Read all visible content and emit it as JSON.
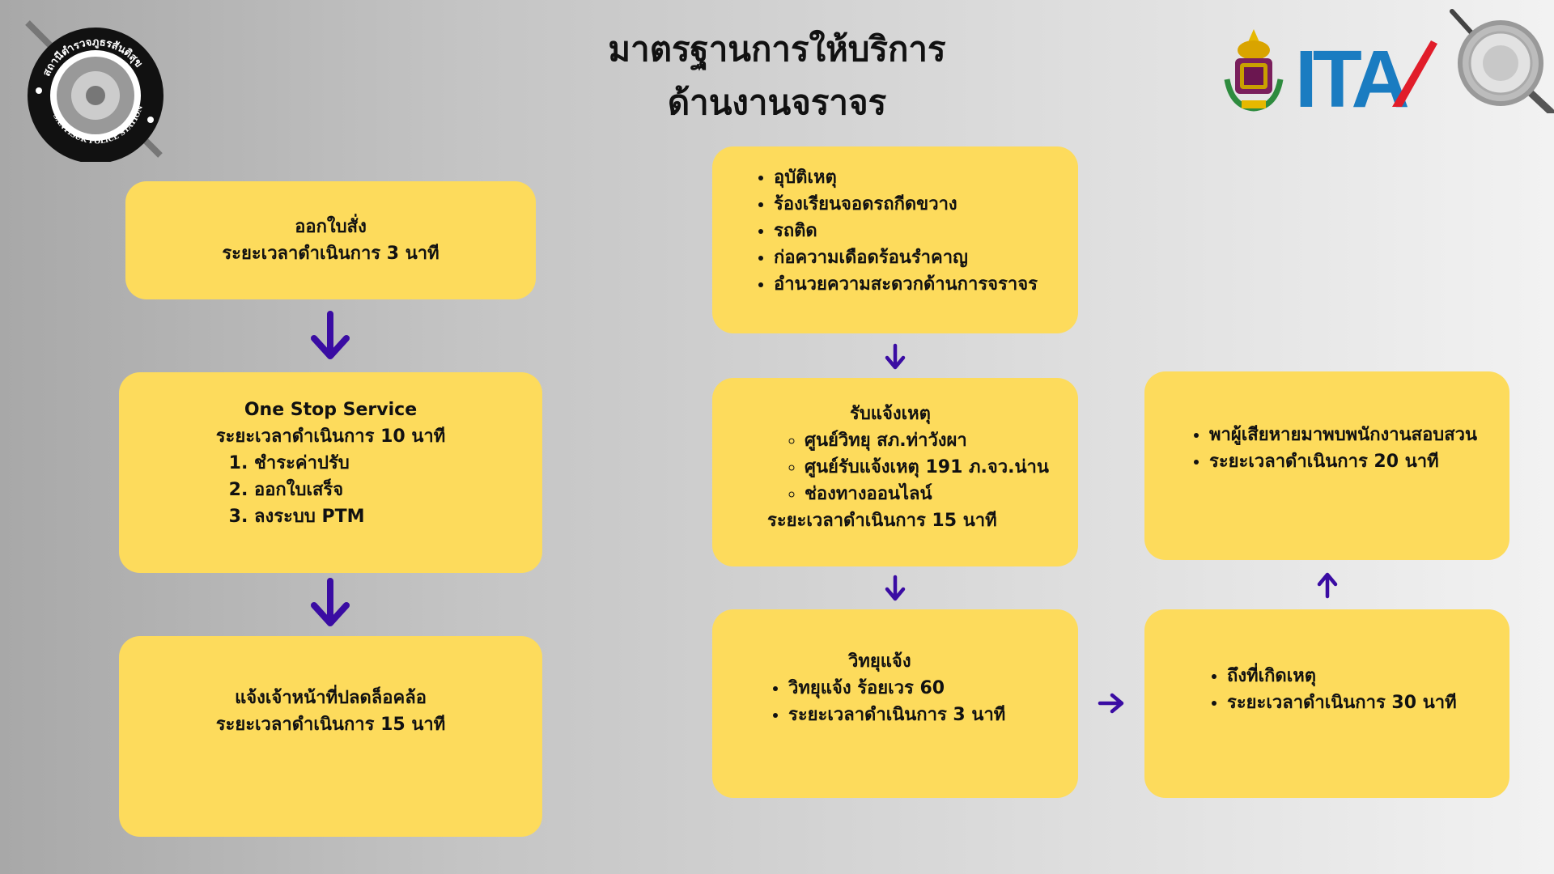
{
  "header": {
    "title_line1": "มาตรฐานการให้บริการ",
    "title_line2": "ด้านงานจราจร"
  },
  "logos": {
    "station_seal_text": "สถานีตำรวจภูธรสันติสุข",
    "station_seal_en": "SANTISUK POLICE STATION",
    "ita_text": "ITA"
  },
  "left_flow": {
    "box1": {
      "line1": "ออกใบสั่ง",
      "line2": "ระยะเวลาดำเนินการ 3 นาที"
    },
    "box2": {
      "title": "One Stop Service",
      "duration": "ระยะเวลาดำเนินการ 10 นาที",
      "items": [
        "ชำระค่าปรับ",
        "ออกใบเสร็จ",
        "ลงระบบ PTM"
      ]
    },
    "box3": {
      "line1": "แจ้งเจ้าหน้าที่ปลดล็อคล้อ",
      "line2": "ระยะเวลาดำเนินการ 15 นาที"
    }
  },
  "right_flow": {
    "cases": {
      "items": [
        "อุบัติเหตุ",
        "ร้องเรียนจอดรถกีดขวาง",
        "รถติด",
        "ก่อความเดือดร้อนรำคาญ",
        "อำนวยความสะดวกด้านการจราจร"
      ]
    },
    "receive": {
      "title": "รับแจ้งเหตุ",
      "channels": [
        "ศูนย์วิทยุ สภ.ท่าวังผา",
        "ศูนย์รับแจ้งเหตุ 191 ภ.จว.น่าน",
        "ช่องทางออนไลน์"
      ],
      "duration": "ระยะเวลาดำเนินการ 15 นาที"
    },
    "radio": {
      "title": "วิทยุแจ้ง",
      "items": [
        "วิทยุแจ้ง ร้อยเวร 60",
        "ระยะเวลาดำเนินการ 3 นาที"
      ]
    },
    "arrive": {
      "items": [
        "ถึงที่เกิดเหตุ",
        "ระยะเวลาดำเนินการ 30 นาที"
      ]
    },
    "investigate": {
      "items": [
        "พาผู้เสียหายมาพบพนักงานสอบสวน",
        "ระยะเวลาดำเนินการ 20 นาที"
      ]
    }
  },
  "colors": {
    "box_fill": "#fddb5c",
    "arrow": "#3a0ca3",
    "ita_blue": "#1a7cc1",
    "ita_red": "#e11d2a"
  }
}
